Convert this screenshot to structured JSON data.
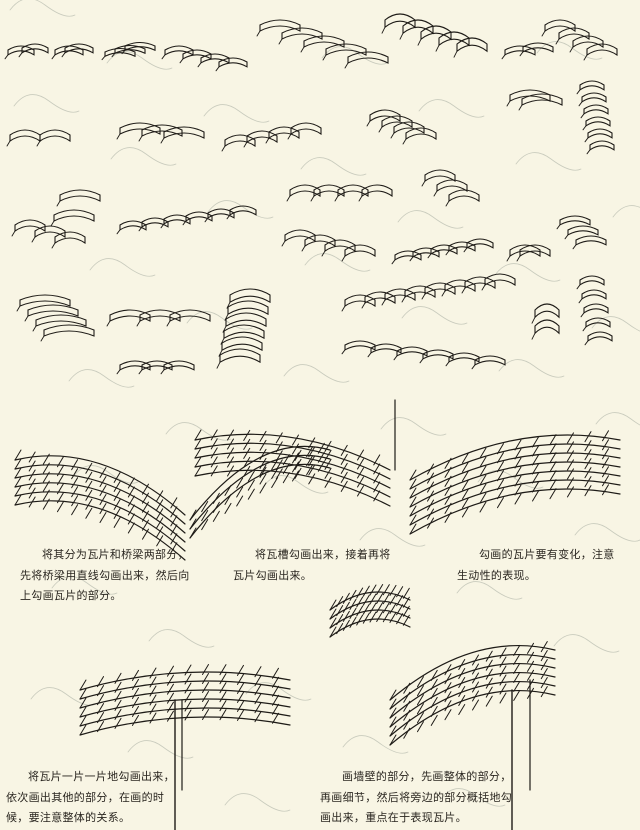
{
  "captions": [
    {
      "id": "split-tiles-and-beam",
      "lines": [
        "将其分为瓦片和桥梁两部分，",
        "先将桥梁用直线勾画出来，然后向",
        "上勾画瓦片的部分。"
      ]
    },
    {
      "id": "draw-tile-grooves",
      "lines": [
        "将瓦槽勾画出来，接着再将",
        "瓦片勾画出来。"
      ]
    },
    {
      "id": "vary-tiles",
      "lines": [
        "勾画的瓦片要有变化，注意",
        "生动性的表现。"
      ]
    },
    {
      "id": "tile-by-tile",
      "lines": [
        "将瓦片一片一片地勾画出来，",
        "依次画出其他的部分，在画的时",
        "候，要注意整体的关系。"
      ]
    },
    {
      "id": "draw-wall",
      "lines": [
        "画墙壁的部分，先画整体的部分，",
        "再画细节，然后将旁边的部分概括地勾",
        "画出来，重点在于表现瓦片。"
      ]
    }
  ],
  "colors": {
    "paper": "#f8f5e4",
    "ink": "#1e1b17",
    "faint": "#c9cbbd"
  }
}
